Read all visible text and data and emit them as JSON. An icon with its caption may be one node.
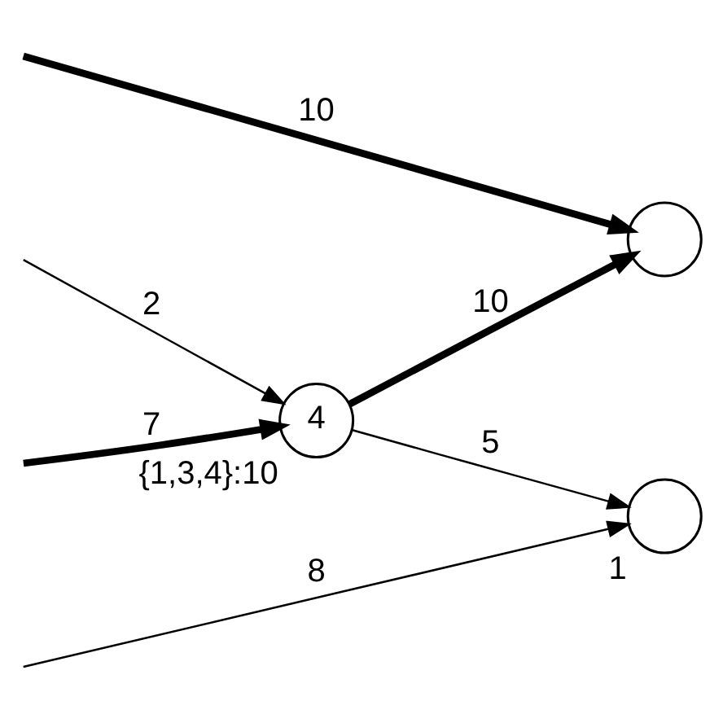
{
  "diagram": {
    "nodes": [
      {
        "text": [],
        "shape": "circle"
      },
      {
        "text": [
          "4"
        ],
        "beside": [
          "{1,3,4}:10"
        ]
      },
      {
        "text": [],
        "shape": "circle",
        "beside": [
          "1"
        ]
      }
    ],
    "edges": [
      {
        "from": null,
        "to": 0,
        "arrow": "to",
        "label": "10",
        "style": "thick"
      },
      {
        "from": null,
        "to": 1,
        "arrow": "to",
        "label": "2"
      },
      {
        "from": null,
        "to": 1,
        "arrow": "to",
        "label": "7",
        "style": "thick"
      },
      {
        "from": 1,
        "to": 0,
        "arrow": "to",
        "label": "10",
        "style": "thick"
      },
      {
        "from": 1,
        "to": 2,
        "arrow": "to",
        "label": "5"
      },
      {
        "from": null,
        "to": 2,
        "arrow": "to",
        "label": "8"
      }
    ]
  }
}
